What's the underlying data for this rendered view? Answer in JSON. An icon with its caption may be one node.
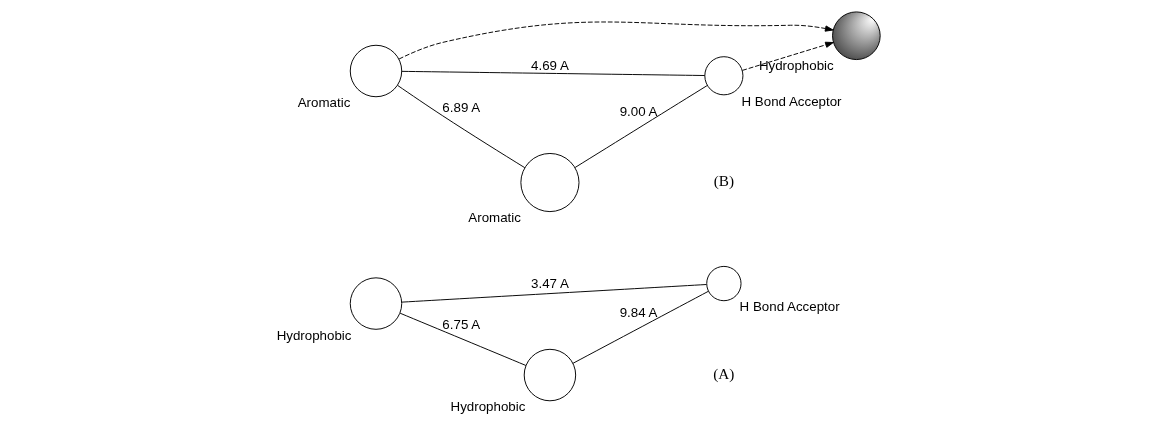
{
  "diagram": {
    "nodes": [
      {
        "text": [],
        "shape": "circle",
        "beside": [
          "Hydrophobic"
        ]
      },
      {
        "text": [],
        "shape": "circle",
        "beside": [
          "H Bond Acceptor"
        ]
      },
      {
        "text": [],
        "shape": "circle",
        "beside": [
          "Hydrophobic"
        ]
      },
      {
        "text": [],
        "shape": "circle",
        "beside": [
          "Aromatic"
        ]
      },
      {
        "text": [],
        "shape": "sphere",
        "beside": [
          "Hydrophobic"
        ]
      },
      {
        "text": [],
        "shape": "circle",
        "beside": [
          "H Bond Acceptor"
        ]
      },
      {
        "text": [],
        "shape": "circle",
        "beside": [
          "Aromatic"
        ]
      }
    ],
    "edges": [
      {
        "from": 0,
        "to": 1,
        "arrow": "none",
        "label": "3.47 A"
      },
      {
        "from": 0,
        "to": 2,
        "arrow": "none",
        "label": "6.75 A"
      },
      {
        "from": 2,
        "to": 1,
        "arrow": "none",
        "label": "9.84 A"
      },
      {
        "from": 3,
        "to": 5,
        "arrow": "none",
        "label": "4.69 A"
      },
      {
        "from": 3,
        "to": 6,
        "arrow": "none",
        "label": "6.89 A"
      },
      {
        "from": 6,
        "to": 5,
        "arrow": "none",
        "label": "9.00 A"
      },
      {
        "from": 3,
        "to": 4,
        "arrow": "to",
        "style": "dashed"
      },
      {
        "from": 5,
        "to": 4,
        "arrow": "to",
        "style": "dashed"
      }
    ],
    "labels": [
      "(A)",
      "(B)"
    ]
  }
}
